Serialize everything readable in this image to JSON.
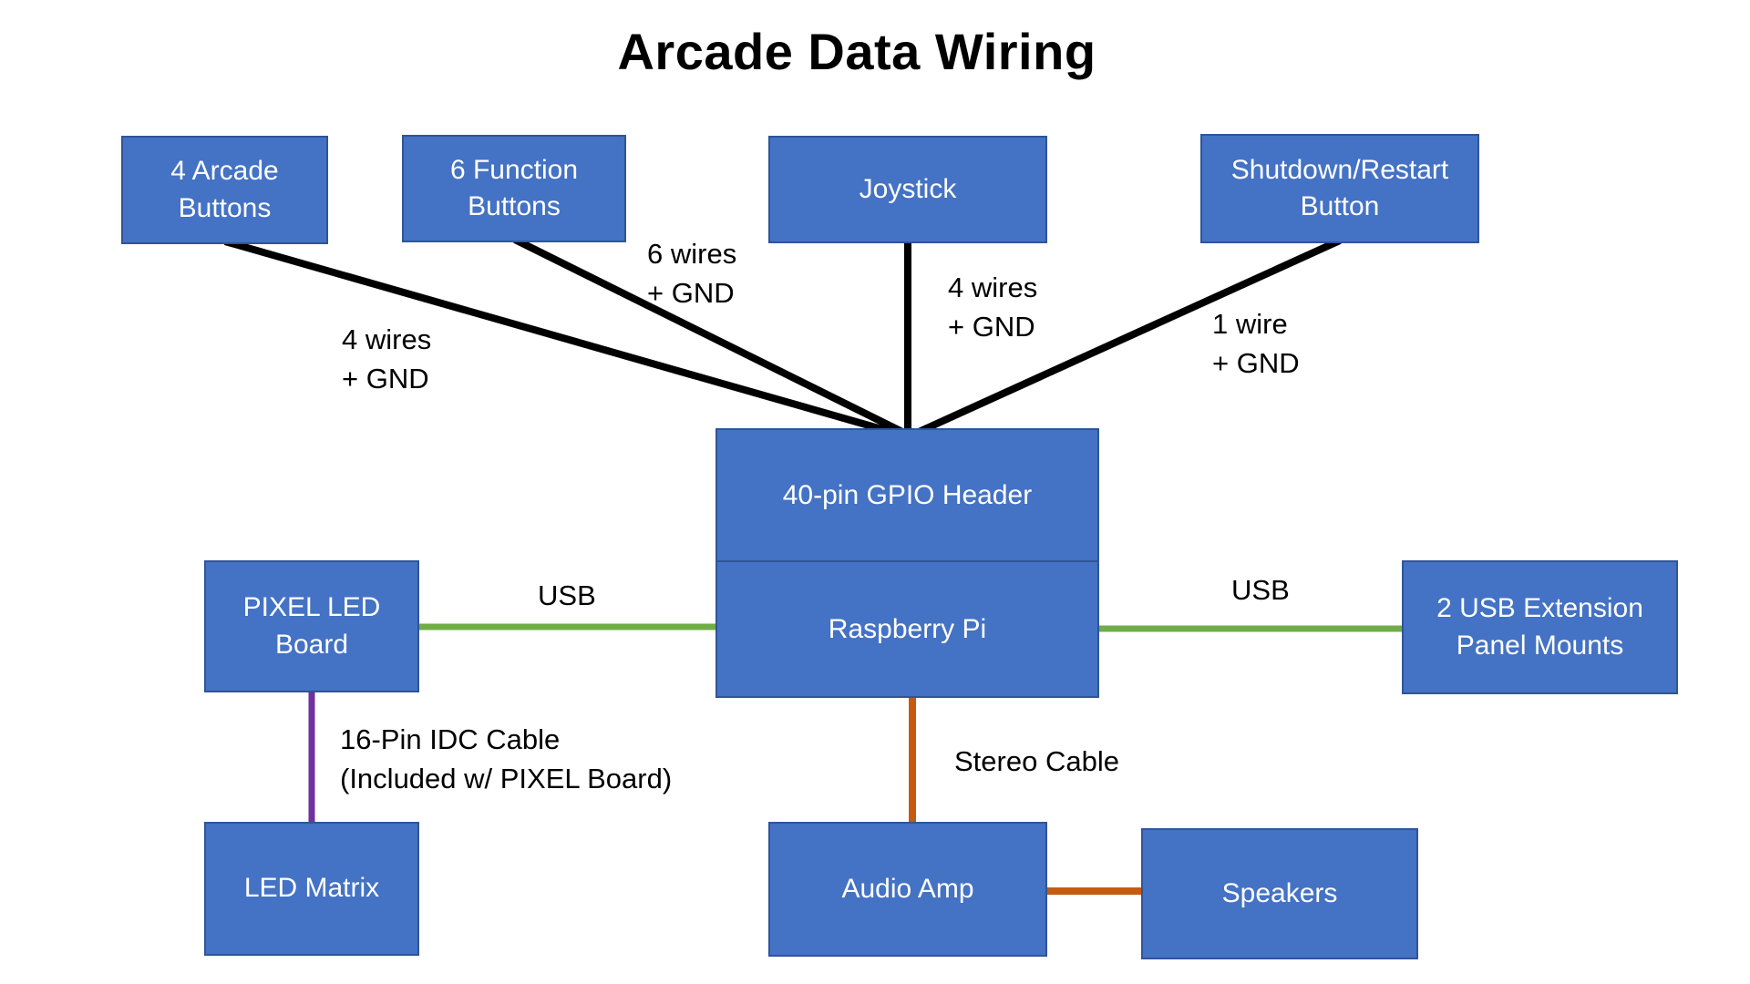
{
  "title": "Arcade Data Wiring",
  "colors": {
    "node_fill": "#4472C4",
    "node_border": "#2F5597",
    "wire_gpio": "#000000",
    "wire_usb": "#70AD47",
    "wire_idc": "#7030A0",
    "wire_audio": "#C55A11"
  },
  "nodes": {
    "arcade_buttons": {
      "label": "4 Arcade Buttons"
    },
    "function_buttons": {
      "label": "6 Function Buttons"
    },
    "joystick": {
      "label": "Joystick"
    },
    "shutdown_button": {
      "label": "Shutdown/Restart Button"
    },
    "gpio_header": {
      "label": "40-pin GPIO Header"
    },
    "raspberry_pi": {
      "label": "Raspberry Pi"
    },
    "pixel_led_board": {
      "label": "PIXEL LED Board"
    },
    "usb_extension": {
      "label": "2 USB Extension Panel Mounts"
    },
    "led_matrix": {
      "label": "LED Matrix"
    },
    "audio_amp": {
      "label": "Audio Amp"
    },
    "speakers": {
      "label": "Speakers"
    }
  },
  "edge_labels": {
    "arcade": "4 wires\n+ GND",
    "function": "6 wires\n+ GND",
    "joystick": "4 wires\n+ GND",
    "shutdown": "1 wire\n+ GND",
    "usb_left": "USB",
    "usb_right": "USB",
    "idc": "16-Pin IDC Cable\n(Included w/ PIXEL Board)",
    "stereo": "Stereo Cable"
  },
  "edges": [
    {
      "from": "arcade_buttons",
      "to": "gpio_header",
      "label": "4 wires + GND",
      "color": "#000000"
    },
    {
      "from": "function_buttons",
      "to": "gpio_header",
      "label": "6 wires + GND",
      "color": "#000000"
    },
    {
      "from": "joystick",
      "to": "gpio_header",
      "label": "4 wires + GND",
      "color": "#000000"
    },
    {
      "from": "shutdown_button",
      "to": "gpio_header",
      "label": "1 wire + GND",
      "color": "#000000"
    },
    {
      "from": "pixel_led_board",
      "to": "raspberry_pi",
      "label": "USB",
      "color": "#70AD47"
    },
    {
      "from": "raspberry_pi",
      "to": "usb_extension",
      "label": "USB",
      "color": "#70AD47"
    },
    {
      "from": "pixel_led_board",
      "to": "led_matrix",
      "label": "16-Pin IDC Cable (Included w/ PIXEL Board)",
      "color": "#7030A0"
    },
    {
      "from": "raspberry_pi",
      "to": "audio_amp",
      "label": "Stereo Cable",
      "color": "#C55A11"
    },
    {
      "from": "audio_amp",
      "to": "speakers",
      "label": "",
      "color": "#C55A11"
    }
  ]
}
